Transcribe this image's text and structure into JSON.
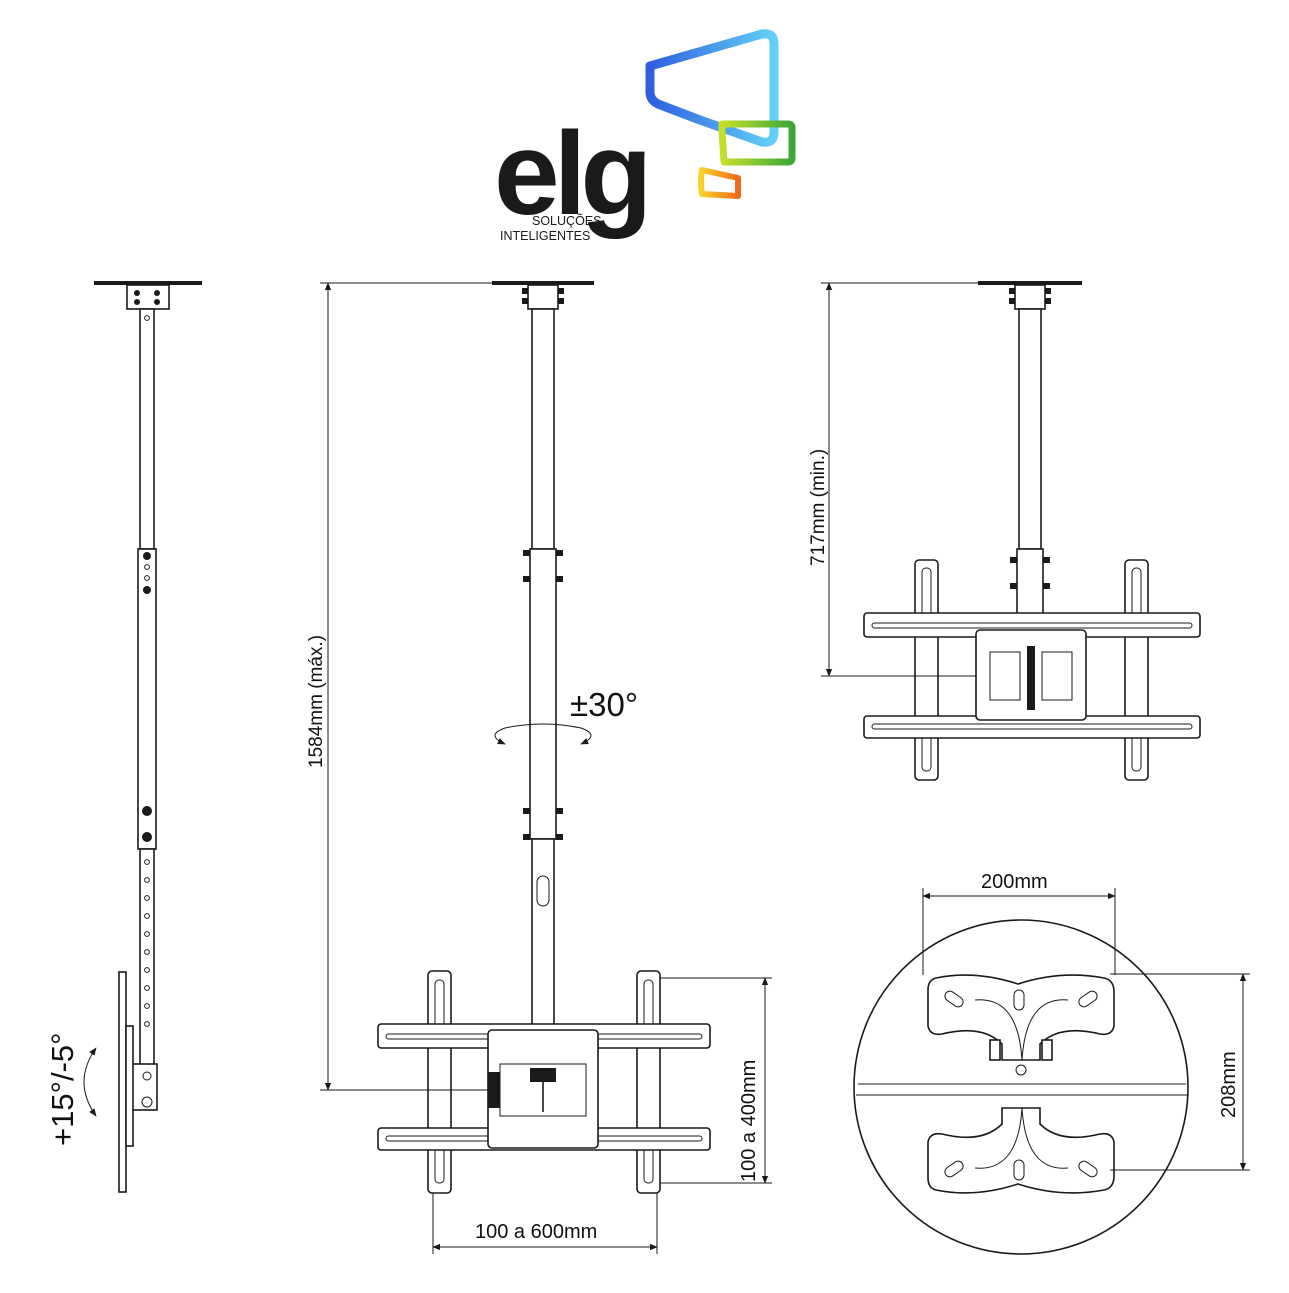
{
  "brand": {
    "name": "elg",
    "tagline_line1": "SOLUÇÕES",
    "tagline_line2": "INTELIGENTES",
    "colors": {
      "blue": "#3a6fe0",
      "cyan": "#5ac8f5",
      "green": "#5fb832",
      "orange": "#f08a1c",
      "yellow": "#f6c324",
      "black": "#1a1a1a"
    }
  },
  "dimensions": {
    "tilt": "+15°/-5°",
    "max_height": "1584mm (máx.)",
    "swivel": "±30°",
    "vesa_horizontal": "100 a 600mm",
    "vesa_vertical": "100 a 400mm",
    "min_height": "717mm (min.)",
    "plate_width": "200mm",
    "plate_height": "208mm"
  },
  "icons": {
    "tilt_arrow": "curved-tilt-arrow-icon",
    "swivel_arrow": "swivel-rotation-arrow-icon"
  }
}
